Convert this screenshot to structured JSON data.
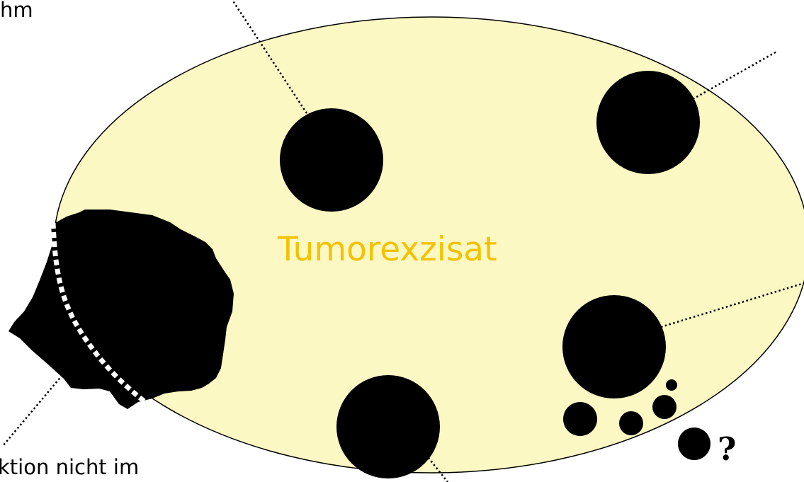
{
  "diagram": {
    "center_label": "Tumorexzisat",
    "fragment_top_left": "hm",
    "fragment_bottom_left": "ktion nicht im",
    "question_mark": "?",
    "colors": {
      "specimen_fill": "#fcf8c4",
      "center_label": "#f3c200",
      "nodule": "#000000",
      "dotted_margin": "#ffffff"
    }
  }
}
